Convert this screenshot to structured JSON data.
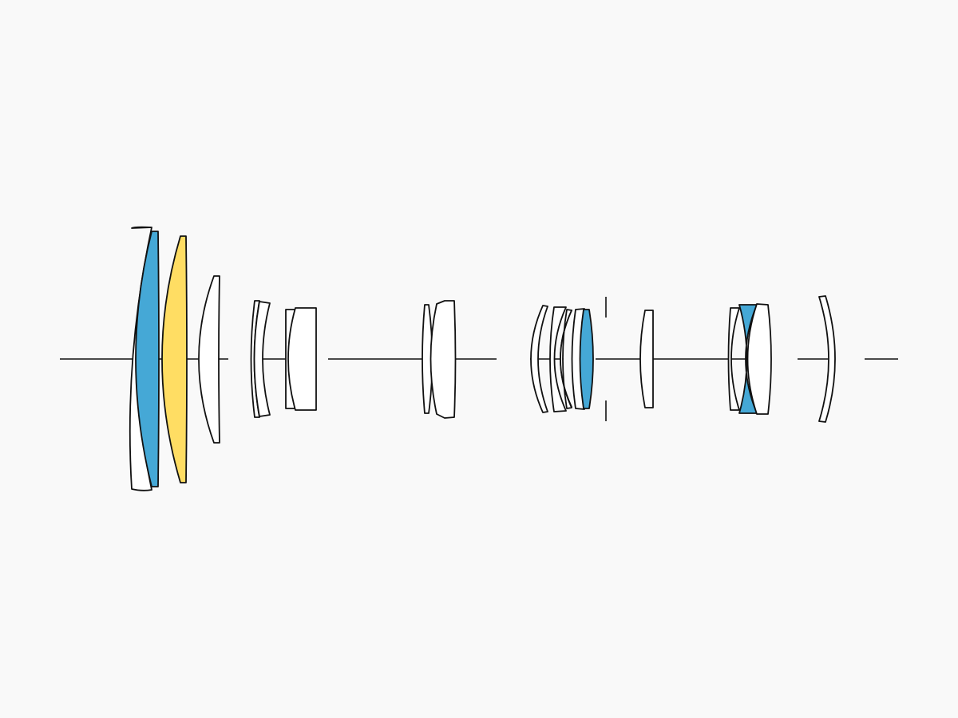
{
  "colors": {
    "background": "#f9f9f9",
    "outline": "#111111",
    "element_plain": "#ffffff",
    "element_highlight_blue": "#45a8d6",
    "element_highlight_yellow": "#ffdd63"
  },
  "elements": [
    {
      "group": 1,
      "kind": "plain"
    },
    {
      "group": 1,
      "kind": "blue"
    },
    {
      "group": 1,
      "kind": "yellow"
    },
    {
      "group": 1,
      "kind": "plain"
    },
    {
      "group": 2,
      "kind": "plain"
    },
    {
      "group": 2,
      "kind": "plain"
    },
    {
      "group": 2,
      "kind": "plain"
    },
    {
      "group": 2,
      "kind": "plain"
    },
    {
      "group": 3,
      "kind": "plain"
    },
    {
      "group": 3,
      "kind": "plain"
    },
    {
      "group": 4,
      "kind": "plain"
    },
    {
      "group": 4,
      "kind": "plain"
    },
    {
      "group": 4,
      "kind": "blue"
    },
    {
      "group": 4,
      "kind": "plain"
    },
    {
      "group": 4,
      "kind": "blue"
    },
    {
      "group": 5,
      "kind": "plain"
    },
    {
      "group": 6,
      "kind": "plain"
    },
    {
      "group": 6,
      "kind": "blue"
    },
    {
      "group": 6,
      "kind": "plain"
    },
    {
      "group": 7,
      "kind": "plain"
    }
  ],
  "aperture_stop": true
}
